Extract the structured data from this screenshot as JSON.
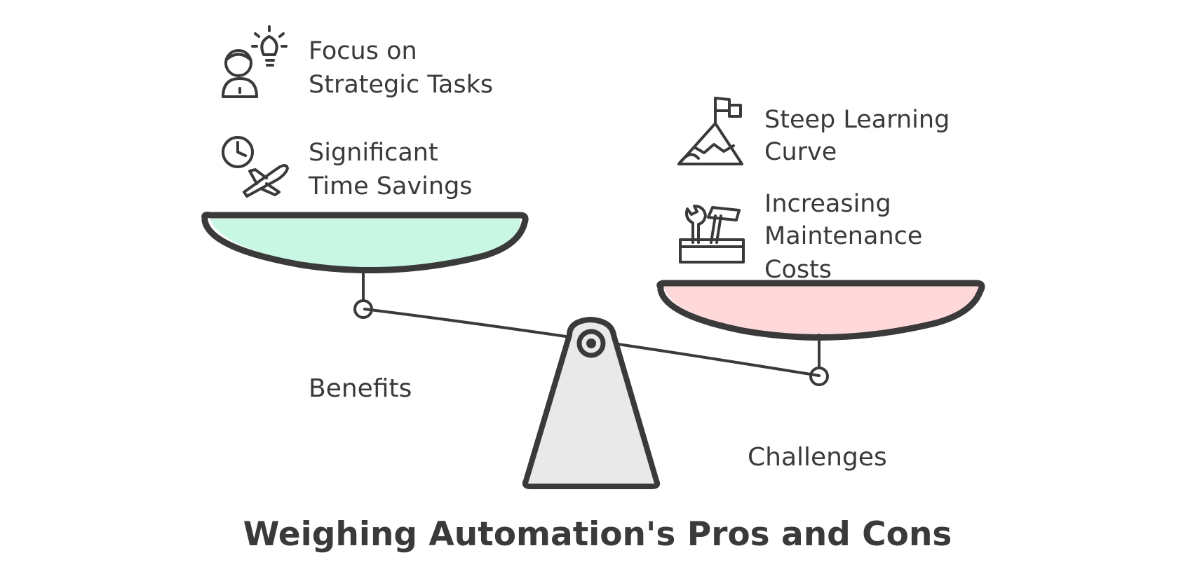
{
  "title": "Weighing Automation's Pros and Cons",
  "left_side": {
    "label": "Benefits",
    "fill_color": "#c8f7e3",
    "items": [
      {
        "lines": [
          "Focus on",
          "Strategic Tasks"
        ],
        "icon": "person-lightbulb-icon"
      },
      {
        "lines": [
          "Significant",
          "Time Savings"
        ],
        "icon": "clock-airplane-icon"
      }
    ]
  },
  "right_side": {
    "label": "Challenges",
    "fill_color": "#ffd9d9",
    "items": [
      {
        "lines": [
          "Steep Learning",
          "Curve"
        ],
        "icon": "mountain-flag-icon"
      },
      {
        "lines": [
          "Increasing",
          "Maintenance",
          "Costs"
        ],
        "icon": "toolbox-icon"
      }
    ]
  },
  "colors": {
    "ink": "#3a3a3a",
    "fulcrum_fill": "#e9e9e9"
  }
}
